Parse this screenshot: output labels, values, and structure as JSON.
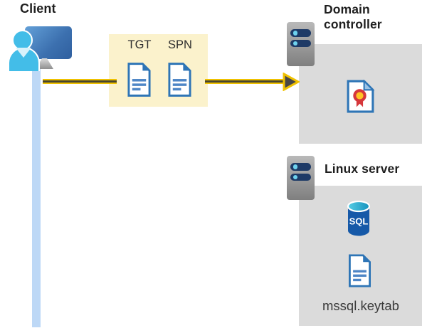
{
  "nodes": {
    "client": {
      "label": "Client"
    },
    "domain_controller": {
      "label": "Domain controller"
    },
    "linux_server": {
      "label": "Linux server"
    }
  },
  "tickets": {
    "tgt_label": "TGT",
    "spn_label": "SPN"
  },
  "artifacts": {
    "sql_text": "SQL",
    "keytab_label": "mssql.keytab"
  },
  "colors": {
    "highlight_yellow": "#fbf2cc",
    "arrow_gold": "#efc100",
    "arrowhead_dark": "#474747",
    "panel_gray": "#dbdbdb",
    "doc_blue": "#2e75b6",
    "doc_line_blue": "#4e86c6",
    "person_cyan": "#43bde8",
    "band_blue": "#bdd8f6",
    "monitor_blue": "#2f5f9f",
    "server_bar_navy": "#1e3a66",
    "server_dot_cyan": "#6ed2ee",
    "cert_red": "#d6373b",
    "cert_gold": "#ffc425",
    "sql_body_blue": "#1659a8"
  }
}
